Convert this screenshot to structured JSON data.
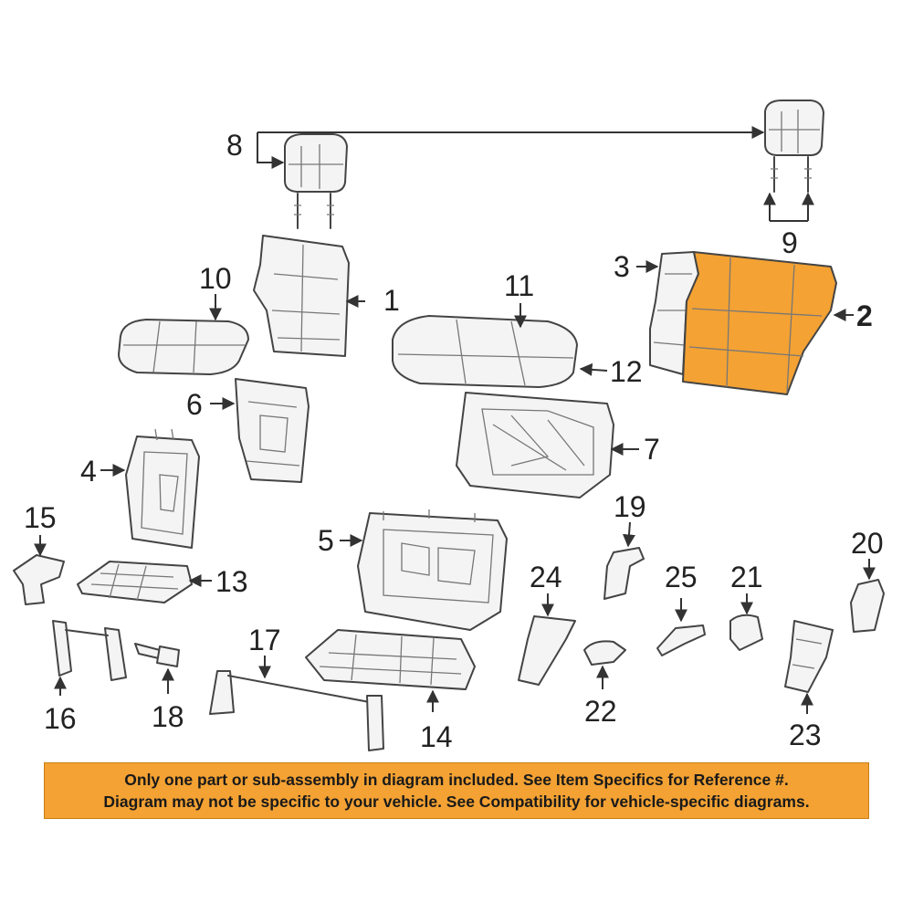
{
  "diagram": {
    "callouts": [
      "1",
      "2",
      "3",
      "4",
      "5",
      "6",
      "7",
      "8",
      "9",
      "10",
      "11",
      "12",
      "13",
      "14",
      "15",
      "16",
      "17",
      "18",
      "19",
      "20",
      "21",
      "22",
      "23",
      "24",
      "25"
    ],
    "highlighted_part": "2"
  },
  "notice": {
    "line1": "Only one part or sub-assembly in diagram included. See Item Specifics for Reference #.",
    "line2": "Diagram may not be specific to your vehicle. See Compatibility for vehicle-specific diagrams."
  },
  "colors": {
    "highlight": "#f4a233",
    "notice_background": "#f4a233",
    "line": "#444444"
  }
}
